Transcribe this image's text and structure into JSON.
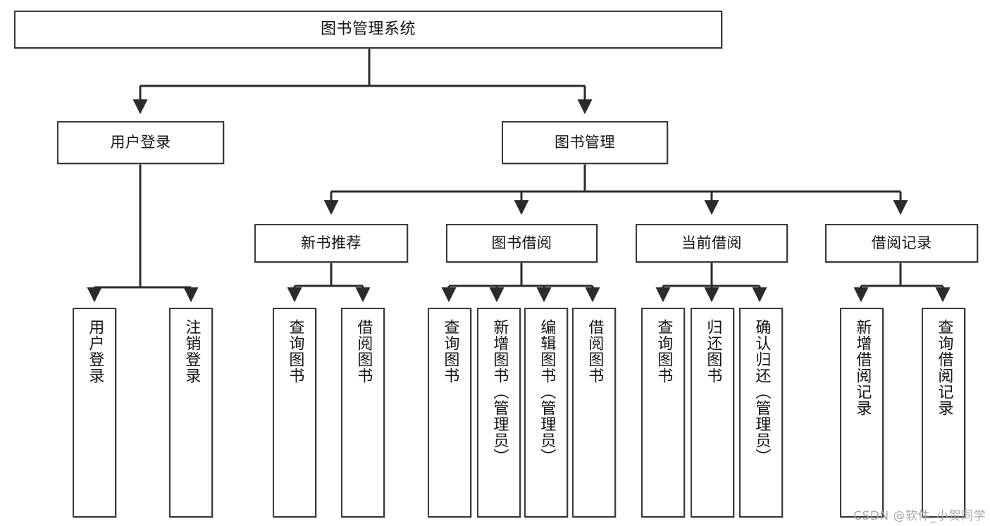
{
  "diagram": {
    "type": "tree",
    "title": "图书管理系统",
    "watermark": "CSDN @软件_小贺同学",
    "colors": {
      "background": "#ffffff",
      "box_border": "#3b3b3b",
      "box_fill": "#ffffff",
      "edge": "#2b2b2b",
      "watermark": "#a8a8a8"
    },
    "nodes": {
      "root": {
        "label": "图书管理系统",
        "level": 0
      },
      "user_login": {
        "label": "用户登录",
        "level": 1
      },
      "book_manage": {
        "label": "图书管理",
        "level": 1
      },
      "new_book_rec": {
        "label": "新书推荐",
        "level": 2
      },
      "book_borrow": {
        "label": "图书借阅",
        "level": 2
      },
      "current_borrow": {
        "label": "当前借阅",
        "level": 2
      },
      "borrow_record": {
        "label": "借阅记录",
        "level": 2
      },
      "leaf_user_login": {
        "label": "用户登录",
        "level": 3,
        "parent": "用户登录"
      },
      "leaf_logout": {
        "label": "注销登录",
        "level": 3,
        "parent": "用户登录"
      },
      "leaf_query_book_1": {
        "label": "查询图书",
        "level": 3,
        "parent": "新书推荐"
      },
      "leaf_borrow_book_1": {
        "label": "借阅图书",
        "level": 3,
        "parent": "新书推荐"
      },
      "leaf_query_book_2": {
        "label": "查询图书",
        "level": 3,
        "parent": "图书借阅"
      },
      "leaf_add_book": {
        "label": "新增图书（管理员）",
        "level": 3,
        "parent": "图书借阅"
      },
      "leaf_edit_book": {
        "label": "编辑图书（管理员）",
        "level": 3,
        "parent": "图书借阅"
      },
      "leaf_borrow_book_2": {
        "label": "借阅图书",
        "level": 3,
        "parent": "图书借阅"
      },
      "leaf_query_book_3": {
        "label": "查询图书",
        "level": 3,
        "parent": "当前借阅"
      },
      "leaf_return_book": {
        "label": "归还图书",
        "level": 3,
        "parent": "当前借阅"
      },
      "leaf_confirm_return": {
        "label": "确认归还（管理员）",
        "level": 3,
        "parent": "当前借阅"
      },
      "leaf_add_record": {
        "label": "新增借阅记录",
        "level": 3,
        "parent": "借阅记录"
      },
      "leaf_query_record": {
        "label": "查询借阅记录",
        "level": 3,
        "parent": "借阅记录"
      }
    }
  }
}
